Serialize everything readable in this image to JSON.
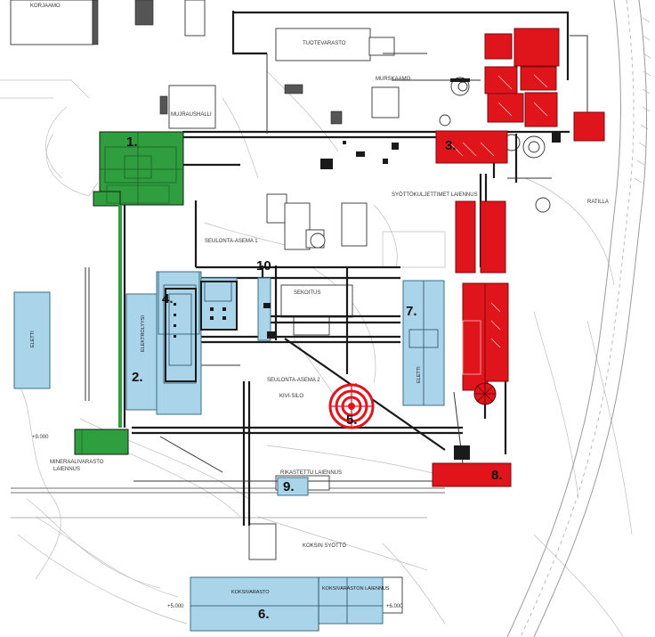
{
  "colors": {
    "green": "#2e9e3e",
    "green_dark": "#1f7a2c",
    "red": "#e0151b",
    "blue": "#a9d4ea",
    "line": "#222222",
    "grey": "#8a8a8a"
  },
  "numbers": {
    "n1": "1.",
    "n2": "2.",
    "n3": "3.",
    "n4": "4.",
    "n5": "5.",
    "n6": "6.",
    "n7": "7.",
    "n8": "8.",
    "n9": "9.",
    "n10": "10"
  },
  "labels": {
    "korjaamo": "KORJAAMO",
    "tuotevarasto": "TUOTEVARASTO",
    "murskaamo": "MURSKAAMO",
    "mujrauhalli": "MUJRAUSHALLI",
    "elektrolyysi": "ELEKTROLYYSI",
    "eletti_1": "ELETTI",
    "eletti_2": "ELETTI",
    "sekoitus": "SEKOITUS",
    "seulonta_asema_1": "SEULONTA-ASEMA 1",
    "seulonta_asema_2": "SEULONTA-ASEMA 2",
    "mineraali": "MINERAALIVARASTO",
    "mineraali_laiennus": "LAIENNUS",
    "koksin_syotto": "KOKSIN SYÖTTÖ",
    "koksivarasto": "KOKSIVARASTO",
    "koksivarasto_laiennus": "KOKSIVARASTON LAIENNUS",
    "kivisilo": "KIVI-SILO",
    "ratilla": "RATILLA",
    "syottokuljettimet": "SYÖTTÖKULJETTIMET LAIENNUS",
    "riktettu_laiennus": "RIKASTETTU LAIENNUS",
    "elev_left": "+9.000",
    "elev_bottom_left": "+5.000",
    "elev_bottom_right": "+6.000"
  }
}
